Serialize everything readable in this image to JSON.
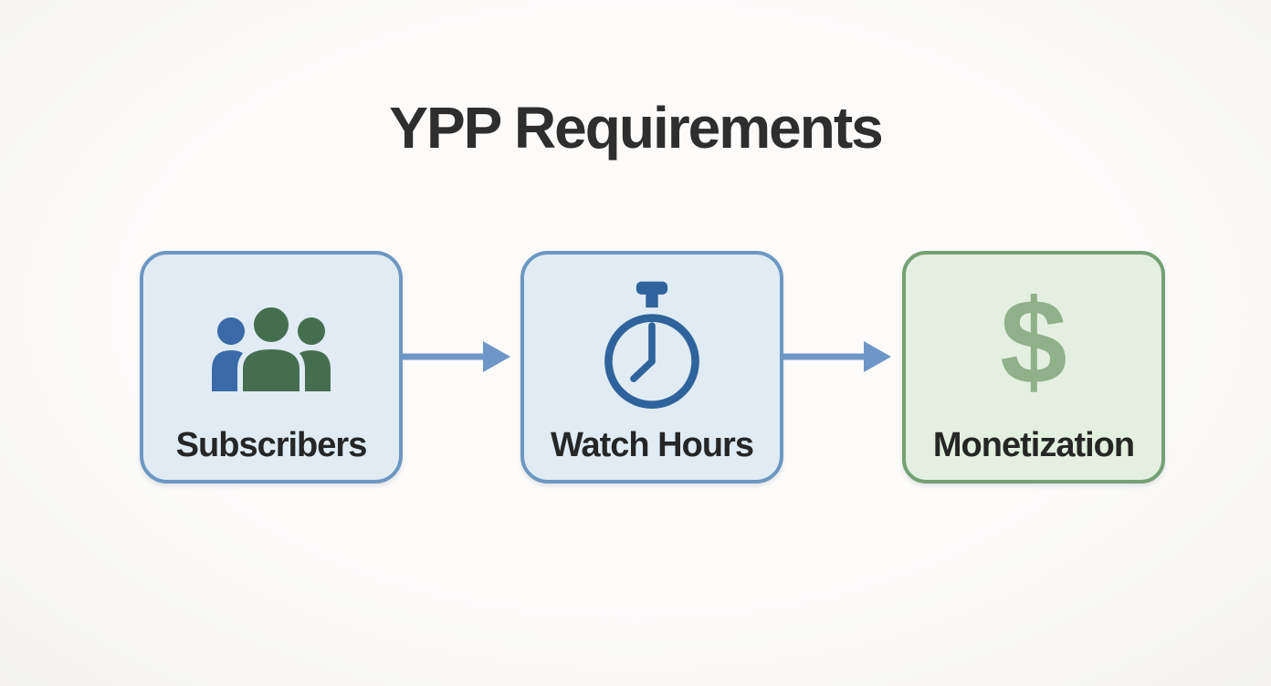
{
  "title": "YPP Requirements",
  "colors": {
    "page_bg": "#fcfbfa",
    "title_text": "#2e2e2e",
    "label_text": "#262626",
    "blue_box_bg": "#e0ebf4",
    "blue_box_border": "#6d97c2",
    "green_box_bg": "#e3f0e0",
    "green_box_border": "#74a173",
    "arrow": "#6e96c8",
    "people_blue": "#3a6ba8",
    "people_green": "#456e4e",
    "stopwatch_blue": "#2f639b",
    "dollar_green": "#8fb089"
  },
  "flow": {
    "steps": [
      {
        "label": "Subscribers",
        "icon": "people-group-icon"
      },
      {
        "label": "Watch Hours",
        "icon": "stopwatch-icon"
      },
      {
        "label": "Monetization",
        "icon": "dollar-sign-icon",
        "glyph": "$"
      }
    ]
  }
}
